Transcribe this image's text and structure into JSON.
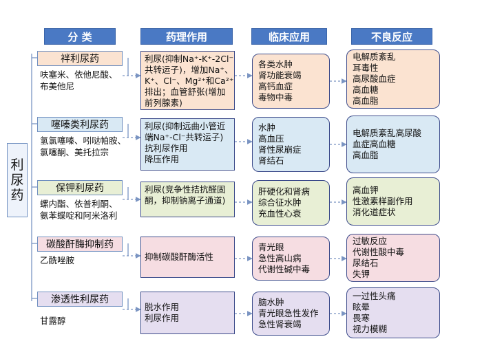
{
  "headers": [
    "分 类",
    "药理作用",
    "临床应用",
    "不良反应"
  ],
  "main_label": [
    "利",
    "尿",
    "药"
  ],
  "rows": [
    {
      "category": "袢利尿药",
      "drugs": [
        "呋塞米、依他尼酸、",
        "布美他尼"
      ],
      "pharmacology": [
        "利尿(抑制Na⁺-K⁺-2Cl⁻",
        "共转运子)，增加Na⁺、",
        "K⁺、Cl⁻、Mg²⁺和Ca²⁺",
        "排出；血管舒张(增加",
        "前列腺素)"
      ],
      "clinical": [
        "各类水肿",
        "肾功能衰竭",
        "高钙血症",
        "毒物中毒"
      ],
      "adverse": [
        "电解质紊乱",
        "耳毒性",
        "高尿酸血症",
        "高血糖",
        "高血脂"
      ]
    },
    {
      "category": "噻嗪类利尿药",
      "drugs": [
        "氢氯噻嗪、吲哒帕胺、",
        "氯噻酮、美托拉宗"
      ],
      "pharmacology": [
        "利尿(抑制远曲小管近",
        "端Na⁺-Cl⁻共转运子)",
        "抗利尿作用",
        "降压作用"
      ],
      "clinical": [
        "水肿",
        "高血压",
        "肾性尿崩症",
        "肾结石"
      ],
      "adverse": [
        "电解质紊乱高尿酸",
        "血症高血糖",
        "高血脂"
      ]
    },
    {
      "category": "保钾利尿药",
      "drugs": [
        "螺内酯、依普利酮、",
        "氨苯蝶啶和阿米洛利"
      ],
      "pharmacology": [
        "利尿(竞争性拮抗醛固",
        "酮，抑制钠离子通道)"
      ],
      "clinical": [
        "肝硬化和肾病",
        "综合征水肿",
        "充血性心衰"
      ],
      "adverse": [
        "高血钾",
        "性激素样副作用",
        "消化道症状"
      ]
    },
    {
      "category": "碳酸酐酶抑制药",
      "drugs": [
        "乙酰唑胺"
      ],
      "pharmacology": [
        "抑制碳酸酐酶活性"
      ],
      "clinical": [
        "青光眼",
        "急性高山病",
        "代谢性碱中毒"
      ],
      "adverse": [
        "过敏反应",
        "代谢性酸中毒",
        "尿结石",
        "失钾"
      ]
    },
    {
      "category": "渗透性利尿药",
      "drugs": [
        "甘露醇"
      ],
      "pharmacology": [
        "脱水作用",
        "利尿作用"
      ],
      "clinical": [
        "脑水肿",
        "青光眼急性发作",
        "急性肾衰竭"
      ],
      "adverse": [
        "一过性头痛",
        "眩晕",
        "畏寒",
        "视力模糊"
      ]
    }
  ],
  "colors": {
    "header_blue": "#4a79c4",
    "row_colors": [
      "#fbe3d1",
      "#d9e9f4",
      "#e8efd5",
      "#f6dde2",
      "#e5def0"
    ],
    "border_dark": "#3b4a8a",
    "connector": "#7a94c2"
  }
}
